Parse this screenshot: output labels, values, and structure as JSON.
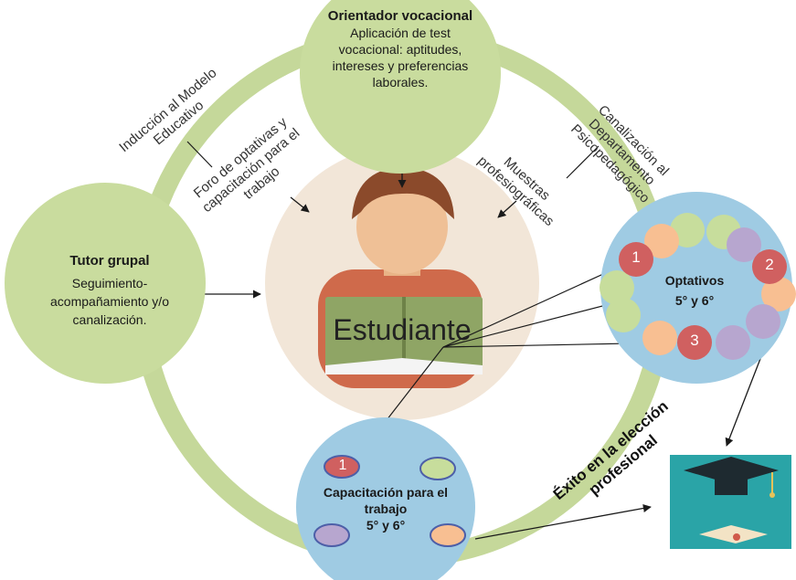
{
  "colors": {
    "ring": "#c5d89a",
    "green_node": "#c9dc9e",
    "blue_node": "#9fcbe3",
    "center_bg": "#f2e6d8",
    "student_shirt": "#cf6a4b",
    "student_book": "#8fa565",
    "pill_red": "#d06060",
    "pill_green": "#c7dd9c",
    "pill_orange": "#f8bf92",
    "pill_purple": "#b7a6cf"
  },
  "orientador": {
    "title": "Orientador vocacional",
    "body": "Aplicación de test vocacional: aptitudes, intereses y preferencias laborales."
  },
  "tutor": {
    "title": "Tutor grupal",
    "body": "Seguimiento-acompañamiento y/o canalización."
  },
  "optativos": {
    "title": "Optativos",
    "subtitle": "5° y 6°",
    "badges": [
      "1",
      "2",
      "3"
    ]
  },
  "capacitacion": {
    "title": "Capacitación para el trabajo",
    "subtitle": "5° y 6°",
    "badge": "1"
  },
  "center": {
    "label": "Estudiante"
  },
  "ring_labels": {
    "induccion": "Inducción al Modelo Educativo",
    "foro": "Foro de optativas y capacitación para el trabajo",
    "muestras": "Muestras profesiográficas",
    "canalizacion": "Canalización al Departamento Psicopedagógico",
    "exito": "Éxito en la elección profesional"
  },
  "icons": {
    "student": "student-reading-icon",
    "graduation": "graduation-cap-diploma-icon"
  }
}
